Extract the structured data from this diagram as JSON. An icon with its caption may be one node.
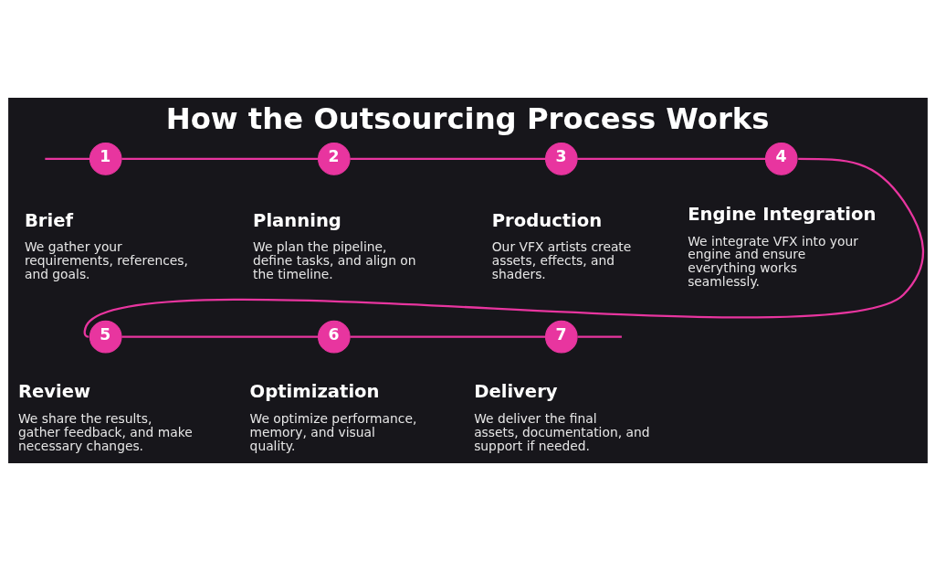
{
  "diagram": {
    "title": "How the Outsourcing Process Works",
    "nodes": [
      {
        "text": [
          "1"
        ],
        "beside": [
          "Brief",
          "We gather your requirements, references, and goals."
        ]
      },
      {
        "text": [
          "2"
        ],
        "beside": [
          "Planning",
          "We plan the pipeline, define tasks, and align on the timeline."
        ]
      },
      {
        "text": [
          "3"
        ],
        "beside": [
          "Production",
          "Our VFX artists create assets, effects, and shaders."
        ]
      },
      {
        "text": [
          "4"
        ],
        "beside": [
          "Engine Integration",
          "We integrate VFX into your engine and ensure everything works seamlessly."
        ]
      },
      {
        "text": [
          "5"
        ],
        "beside": [
          "Review",
          "We share the results, gather feedback, and make necessary changes."
        ]
      },
      {
        "text": [
          "6"
        ],
        "beside": [
          "Optimization",
          "We optimize performance, memory, and visual quality."
        ]
      },
      {
        "text": [
          "7"
        ],
        "beside": [
          "Delivery",
          "We deliver the final assets, documentation, and support if needed."
        ]
      }
    ],
    "edges": [
      {
        "from": null,
        "to": 0,
        "arrow": "none"
      },
      {
        "from": 0,
        "to": 1,
        "arrow": "none"
      },
      {
        "from": 1,
        "to": 2,
        "arrow": "none"
      },
      {
        "from": 2,
        "to": 3,
        "arrow": "none"
      },
      {
        "from": 3,
        "to": 4,
        "arrow": "none"
      },
      {
        "from": 4,
        "to": 5,
        "arrow": "none"
      },
      {
        "from": 5,
        "to": 6,
        "arrow": "none"
      },
      {
        "from": 6,
        "to": null,
        "arrow": "none"
      }
    ]
  }
}
